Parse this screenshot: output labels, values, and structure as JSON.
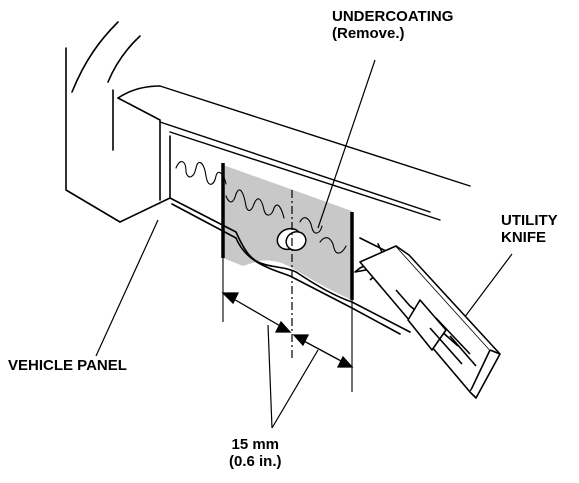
{
  "labels": {
    "undercoating": {
      "line1": "UNDERCOATING",
      "line2": "(Remove.)"
    },
    "utility_knife": {
      "line1": "UTILITY",
      "line2": "KNIFE"
    },
    "vehicle_panel": "VEHICLE PANEL",
    "dimension": {
      "line1": "15 mm",
      "line2": "(0.6 in.)"
    }
  },
  "colors": {
    "line": "#000000",
    "undercoating_fill": "#c8c8c8",
    "background": "#ffffff"
  }
}
